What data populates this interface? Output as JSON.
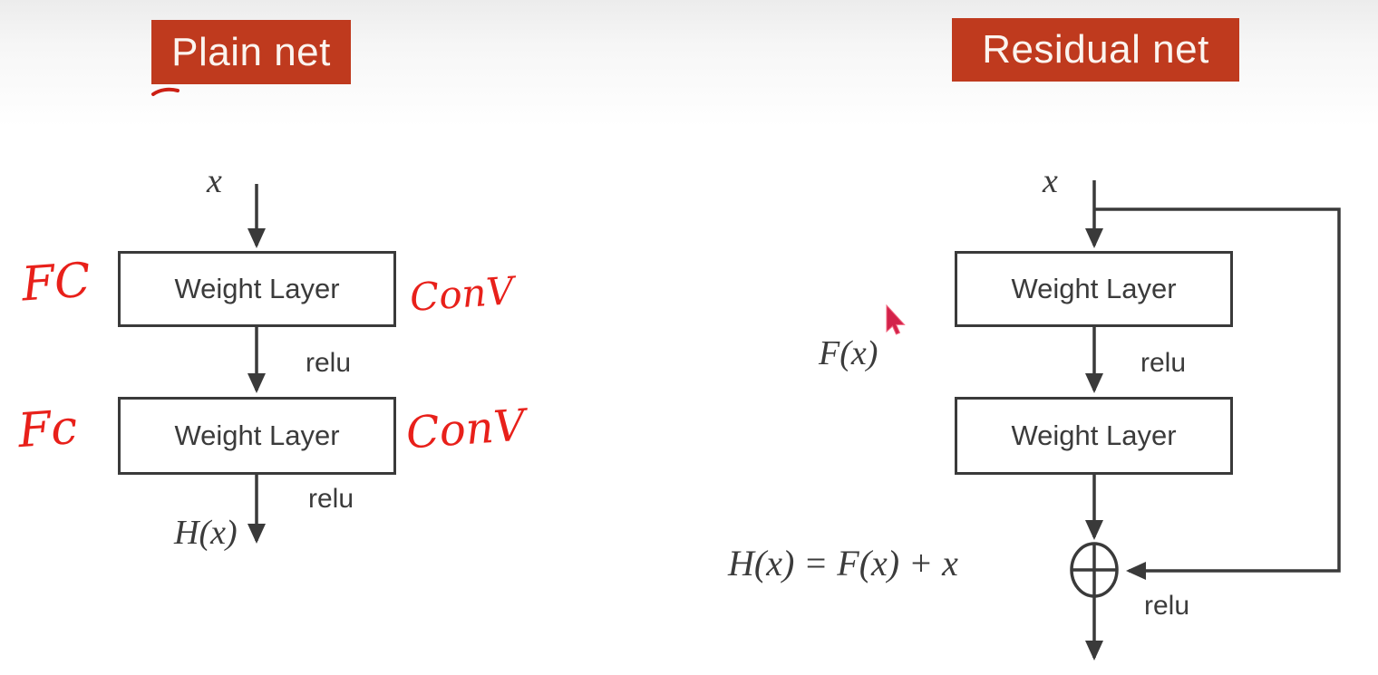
{
  "colors": {
    "accent_orange": "#bf3a1e",
    "line_dark": "#3a3a3a",
    "text_dark": "#3b3b3b",
    "annotation_red": "#e8201a",
    "cursor_red": "#d3224a",
    "background_top": "#ececec",
    "background_bottom": "#ffffff"
  },
  "icons": {
    "junction": "circle-plus-icon",
    "pointer": "cursor-arrow-icon"
  },
  "plain_net": {
    "title": "Plain net",
    "input_label": "x",
    "layer1_label": "Weight Layer",
    "layer2_label": "Weight Layer",
    "relu1_label": "relu",
    "relu2_label": "relu",
    "output_label": "H(x)",
    "annotation_fc_top": "FC",
    "annotation_fc_bottom": "Fc",
    "annotation_conv_top": "ConV",
    "annotation_conv_bottom": "ConV"
  },
  "residual_net": {
    "title": "Residual net",
    "input_label": "x",
    "layer1_label": "Weight Layer",
    "layer2_label": "Weight Layer",
    "relu1_label": "relu",
    "relu2_label": "relu",
    "fx_label": "F(x)",
    "equation": "H(x) = F(x) + x"
  }
}
